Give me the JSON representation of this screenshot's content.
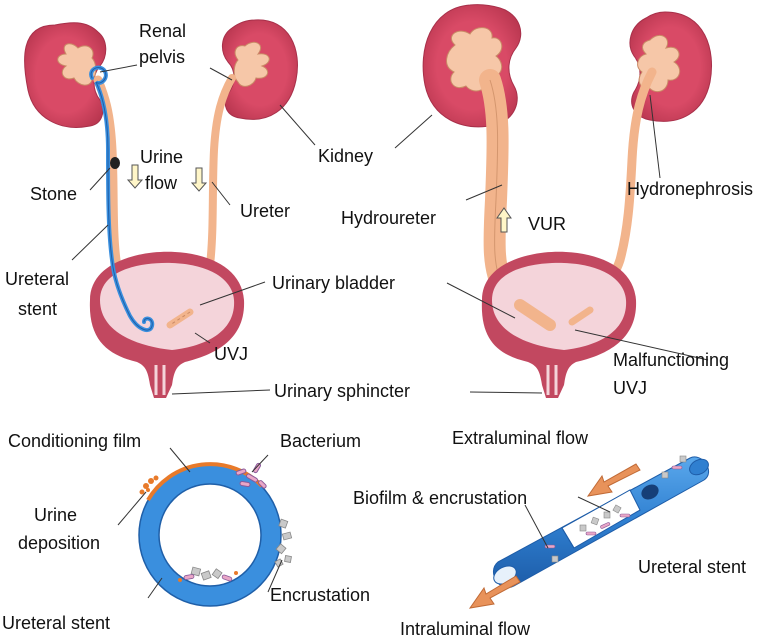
{
  "labels": {
    "renal_pelvis_1": "Renal",
    "renal_pelvis_2": "pelvis",
    "kidney": "Kidney",
    "stone": "Stone",
    "urine_flow_1": "Urine",
    "urine_flow_2": "flow",
    "ureter": "Ureter",
    "ureteral_stent_1": "Ureteral",
    "ureteral_stent_2": "stent",
    "urinary_bladder": "Urinary bladder",
    "uvj": "UVJ",
    "urinary_sphincter": "Urinary sphincter",
    "hydroureter": "Hydroureter",
    "vur": "VUR",
    "hydronephrosis": "Hydronephrosis",
    "malfunctioning_uvj_1": "Malfunctioning",
    "malfunctioning_uvj_2": "UVJ",
    "conditioning_film": "Conditioning film",
    "bacterium": "Bacterium",
    "urine_deposition_1": "Urine",
    "urine_deposition_2": "deposition",
    "encrustation": "Encrustation",
    "ureteral_stent_cross": "Ureteral stent",
    "extraluminal_flow": "Extraluminal flow",
    "biofilm_encrustation": "Biofilm & encrustation",
    "ureteral_stent_tube": "Ureteral stent",
    "intraluminal_flow": "Intraluminal flow"
  },
  "colors": {
    "kidney": "#d2465f",
    "kidney_dark": "#a8304a",
    "ureter": "#f2b48c",
    "bladder": "#f4d4da",
    "bladder_wall": "#c24860",
    "stent": "#3a8fde",
    "stent_dark": "#1f5fa8",
    "film": "#e87a2a",
    "flow_arrow": "#e8925a"
  }
}
